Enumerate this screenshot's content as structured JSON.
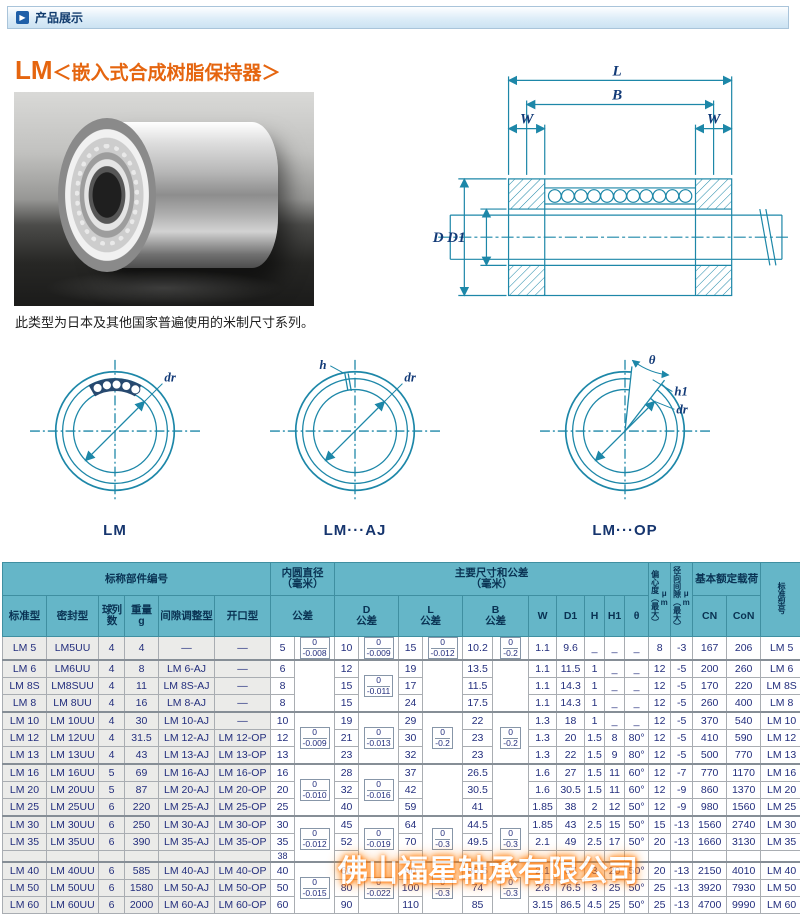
{
  "header_bar": {
    "title": "产品展示"
  },
  "product": {
    "title_lm": "LM",
    "title_rest": "＜嵌入式合成树脂保持器＞",
    "caption": "此类型为日本及其他国家普遍使用的米制尺寸系列。"
  },
  "diagram": {
    "dim_L": "L",
    "dim_B": "B",
    "dim_W": "W",
    "dim_D": "D",
    "dim_D1": "D1",
    "dr": "dr",
    "h": "h",
    "h1": "h1",
    "theta": "θ",
    "variants": [
      "LM",
      "LM···AJ",
      "LM···OP"
    ]
  },
  "watermark": "佛山福星轴承有限公司",
  "table": {
    "h1": {
      "part_no": "标称部件编号",
      "bore": "内圆直径\n（毫米）",
      "main_dims": "主要尺寸和公差\n（毫米）",
      "ecc": "偏心度（最大）μm",
      "clearance": "径向间隙（最大）μm",
      "load": "基本额定载荷",
      "model": "标准型号"
    },
    "h2": {
      "standard": "标准型",
      "sealed": "密封型",
      "rows": "球列数",
      "weight": "重量\ng",
      "adj": "间隙调整型",
      "open": "开口型",
      "tol": "公差",
      "D": "D\n公差",
      "L": "L\n公差",
      "B": "B\n公差",
      "W": "W",
      "D1": "D1",
      "H": "H",
      "H1": "H1",
      "theta": "θ",
      "CN": "CN",
      "CoN": "CoN"
    },
    "rows": [
      {
        "cls": "",
        "cells": [
          "LM 5",
          "LM5UU",
          "4",
          "4",
          "—",
          "—",
          "5",
          {
            "tol": [
              "0",
              "-0.008"
            ]
          },
          "10",
          {
            "tol": [
              "0",
              "-0.009"
            ]
          },
          "15",
          {
            "tol": [
              "0",
              "-0.012"
            ]
          },
          "10.2",
          {
            "tol": [
              "0",
              "-0.2"
            ]
          },
          "1.1",
          "9.6",
          "_",
          "_",
          "_",
          "8",
          "-3",
          "167",
          "206",
          "LM 5"
        ]
      },
      {
        "cls": "gs",
        "cells": [
          "LM 6",
          "LM6UU",
          "4",
          "8",
          "LM 6-AJ",
          "—",
          "6",
          {
            "v": "",
            "rs": 3
          },
          "12",
          {
            "tol": [
              "0",
              "-0.011"
            ],
            "rs": 3
          },
          "19",
          {
            "v": "",
            "rs": 3
          },
          "13.5",
          {
            "v": "",
            "rs": 3
          },
          "1.1",
          "11.5",
          "1",
          "_",
          "_",
          "12",
          "-5",
          "200",
          "260",
          "LM 6"
        ]
      },
      {
        "cls": "",
        "cells": [
          "LM 8S",
          "LM8SUU",
          "4",
          "11",
          "LM 8S-AJ",
          "—",
          "8",
          null,
          "15",
          null,
          "17",
          null,
          "11.5",
          null,
          "1.1",
          "14.3",
          "1",
          "_",
          "_",
          "12",
          "-5",
          "170",
          "220",
          "LM 8S"
        ]
      },
      {
        "cls": "",
        "cells": [
          "LM 8",
          "LM 8UU",
          "4",
          "16",
          "LM 8-AJ",
          "—",
          "8",
          null,
          "15",
          null,
          "24",
          null,
          "17.5",
          null,
          "1.1",
          "14.3",
          "1",
          "_",
          "_",
          "12",
          "-5",
          "260",
          "400",
          "LM 8"
        ]
      },
      {
        "cls": "gs",
        "cells": [
          "LM 10",
          "LM 10UU",
          "4",
          "30",
          "LM 10-AJ",
          "—",
          "10",
          {
            "tol": [
              "0",
              "-0.009"
            ],
            "rs": 3
          },
          "19",
          {
            "tol": [
              "0",
              "-0.013"
            ],
            "rs": 3
          },
          "29",
          {
            "tol": [
              "0",
              "-0.2"
            ],
            "rs": 3
          },
          "22",
          {
            "tol": [
              "0",
              "-0.2"
            ],
            "rs": 3
          },
          "1.3",
          "18",
          "1",
          "_",
          "_",
          "12",
          "-5",
          "370",
          "540",
          "LM 10"
        ]
      },
      {
        "cls": "",
        "cells": [
          "LM 12",
          "LM 12UU",
          "4",
          "31.5",
          "LM 12-AJ",
          "LM 12-OP",
          "12",
          null,
          "21",
          null,
          "30",
          null,
          "23",
          null,
          "1.3",
          "20",
          "1.5",
          "8",
          "80°",
          "12",
          "-5",
          "410",
          "590",
          "LM 12"
        ]
      },
      {
        "cls": "",
        "cells": [
          "LM 13",
          "LM 13UU",
          "4",
          "43",
          "LM 13-AJ",
          "LM 13-OP",
          "13",
          null,
          "23",
          null,
          "32",
          null,
          "23",
          null,
          "1.3",
          "22",
          "1.5",
          "9",
          "80°",
          "12",
          "-5",
          "500",
          "770",
          "LM 13"
        ]
      },
      {
        "cls": "gs",
        "cells": [
          "LM 16",
          "LM 16UU",
          "5",
          "69",
          "LM 16-AJ",
          "LM 16-OP",
          "16",
          {
            "tol": [
              "0",
              "-0.010"
            ],
            "rs": 3
          },
          "28",
          {
            "tol": [
              "0",
              "-0.016"
            ],
            "rs": 3
          },
          "37",
          {
            "v": "",
            "rs": 3
          },
          "26.5",
          {
            "v": "",
            "rs": 3
          },
          "1.6",
          "27",
          "1.5",
          "11",
          "60°",
          "12",
          "-7",
          "770",
          "1170",
          "LM 16"
        ]
      },
      {
        "cls": "",
        "cells": [
          "LM 20",
          "LM 20UU",
          "5",
          "87",
          "LM 20-AJ",
          "LM 20-OP",
          "20",
          null,
          "32",
          null,
          "42",
          null,
          "30.5",
          null,
          "1.6",
          "30.5",
          "1.5",
          "11",
          "60°",
          "12",
          "-9",
          "860",
          "1370",
          "LM 20"
        ]
      },
      {
        "cls": "",
        "cells": [
          "LM 25",
          "LM 25UU",
          "6",
          "220",
          "LM 25-AJ",
          "LM 25-OP",
          "25",
          null,
          "40",
          null,
          "59",
          null,
          "41",
          null,
          "1.85",
          "38",
          "2",
          "12",
          "50°",
          "12",
          "-9",
          "980",
          "1560",
          "LM 25"
        ]
      },
      {
        "cls": "gs",
        "cells": [
          "LM 30",
          "LM 30UU",
          "6",
          "250",
          "LM 30-AJ",
          "LM 30-OP",
          "30",
          {
            "tol": [
              "0",
              "-0.012"
            ],
            "rs": 3
          },
          "45",
          {
            "tol": [
              "0",
              "-0.019"
            ],
            "rs": 3
          },
          "64",
          {
            "tol": [
              "0",
              "-0.3"
            ],
            "rs": 3
          },
          "44.5",
          {
            "tol": [
              "0",
              "-0.3"
            ],
            "rs": 3
          },
          "1.85",
          "43",
          "2.5",
          "15",
          "50°",
          "15",
          "-13",
          "1560",
          "2740",
          "LM 30"
        ]
      },
      {
        "cls": "",
        "cells": [
          "LM 35",
          "LM 35UU",
          "6",
          "390",
          "LM 35-AJ",
          "LM 35-OP",
          "35",
          null,
          "52",
          null,
          "70",
          null,
          "49.5",
          null,
          "2.1",
          "49",
          "2.5",
          "17",
          "50°",
          "20",
          "-13",
          "1660",
          "3130",
          "LM 35"
        ]
      },
      {
        "cls": "slim",
        "cells": [
          "",
          "",
          "",
          "",
          "",
          "",
          "38",
          null,
          "",
          null,
          "",
          null,
          "",
          null,
          "",
          "",
          "",
          "",
          "",
          "",
          "",
          "",
          "",
          ""
        ]
      },
      {
        "cls": "gs",
        "cells": [
          "LM 40",
          "LM 40UU",
          "6",
          "585",
          "LM 40-AJ",
          "LM 40-OP",
          "40",
          {
            "tol": [
              "0",
              "-0.015"
            ],
            "rs": 3
          },
          "60",
          {
            "tol": [
              "0",
              "-0.022"
            ],
            "rs": 3
          },
          "90",
          {
            "tol": [
              "0",
              "-0.3"
            ],
            "rs": 3
          },
          "60.5",
          {
            "tol": [
              "0",
              "-0.3"
            ],
            "rs": 3
          },
          "2.1",
          "57",
          "3",
          "20",
          "50°",
          "20",
          "-13",
          "2150",
          "4010",
          "LM 40"
        ]
      },
      {
        "cls": "",
        "cells": [
          "LM 50",
          "LM 50UU",
          "6",
          "1580",
          "LM 50-AJ",
          "LM 50-OP",
          "50",
          null,
          "80",
          null,
          "100",
          null,
          "74",
          null,
          "2.6",
          "76.5",
          "3",
          "25",
          "50°",
          "25",
          "-13",
          "3920",
          "7930",
          "LM 50"
        ]
      },
      {
        "cls": "",
        "cells": [
          "LM 60",
          "LM 60UU",
          "6",
          "2000",
          "LM 60-AJ",
          "LM 60-OP",
          "60",
          null,
          "90",
          null,
          "110",
          null,
          "85",
          null,
          "3.15",
          "86.5",
          "4.5",
          "25",
          "50°",
          "25",
          "-13",
          "4700",
          "9990",
          "LM 60"
        ]
      }
    ]
  }
}
